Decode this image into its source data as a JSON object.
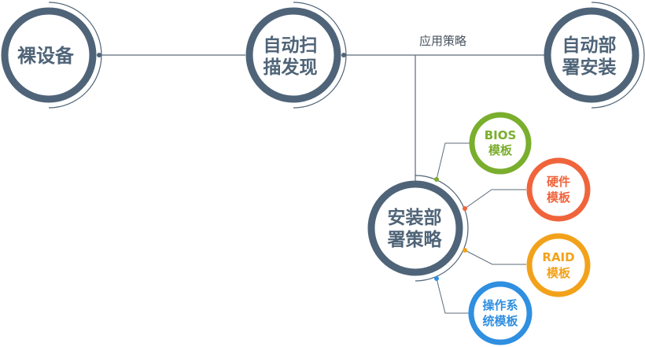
{
  "colors": {
    "slate": "#4f6478",
    "line": "#5d6b7a",
    "green": "#7aae2d",
    "red": "#f0643c",
    "orange": "#f2a21a",
    "blue": "#2f8fe0"
  },
  "edge_label": "应用策略",
  "nodes": {
    "bare": {
      "lines": [
        "裸设备"
      ]
    },
    "scan": {
      "lines": [
        "自动扫",
        "描发现"
      ]
    },
    "deploy": {
      "lines": [
        "自动部",
        "署安装"
      ]
    },
    "policy": {
      "lines": [
        "安装部",
        "署策略"
      ]
    }
  },
  "templates": [
    {
      "lines": [
        "BIOS",
        "模板"
      ],
      "color": "green",
      "icon": "circle-node"
    },
    {
      "lines": [
        "硬件",
        "模板"
      ],
      "color": "red",
      "icon": "circle-node"
    },
    {
      "lines": [
        "RAID",
        "模板"
      ],
      "color": "orange",
      "icon": "circle-node"
    },
    {
      "lines": [
        "操作系",
        "统模板"
      ],
      "color": "blue",
      "icon": "circle-node"
    }
  ]
}
